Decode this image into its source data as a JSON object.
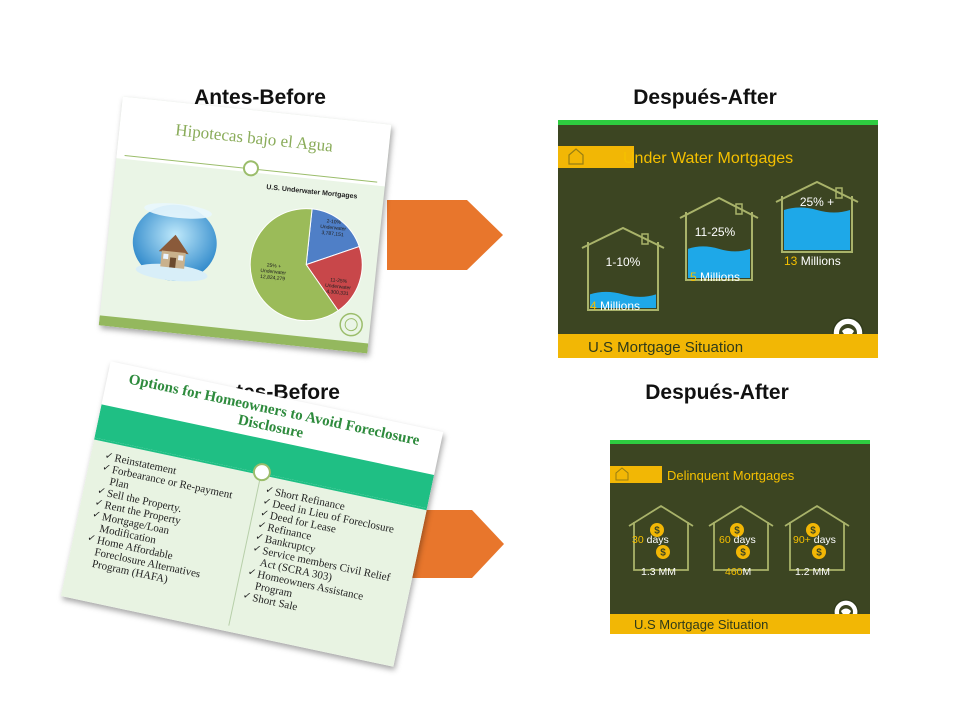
{
  "headings": {
    "before": "Antes-Before",
    "after": "Después-After"
  },
  "slide1_before": {
    "title": "Hipotecas bajo el Agua",
    "chart": {
      "title": "U.S. Underwater Mortgages",
      "slices": [
        {
          "label": "2-10%\nUnderwater",
          "value_text": "3,787,151",
          "value": 3787151,
          "color": "#4f7fc7"
        },
        {
          "label": "11-25%\nUnderwater",
          "value_text": "4,300,331",
          "value": 4300331,
          "color": "#c8474a"
        },
        {
          "label": "25% +\nUnderwater",
          "value_text": "12,824,279",
          "value": 12824279,
          "color": "#9bbb59"
        }
      ]
    }
  },
  "slide1_after": {
    "title": "Under Water Mortgages",
    "footer": "U.S Mortgage Situation",
    "houses": [
      {
        "range": "1-10%",
        "count": "4",
        "unit": " Millions",
        "fill": 0.3
      },
      {
        "range": "11-25%",
        "count": "5",
        "unit": " Millions",
        "fill": 0.55
      },
      {
        "range": "25% +",
        "count": "13",
        "unit": " Millions",
        "fill": 0.9
      }
    ],
    "colors": {
      "background": "#3c4522",
      "accent": "#f2b705",
      "water": "#1ea8e8",
      "topbar": "#2ecc40"
    }
  },
  "slide2_before": {
    "title": "Options for Homeowners to Avoid Foreclosure Disclosure",
    "left_items": [
      {
        "text": "Reinstatement",
        "check": true
      },
      {
        "text": "Forbearance or Re-payment",
        "check": true
      },
      {
        "text": "Plan",
        "check": false
      },
      {
        "text": "Sell the Property.",
        "check": true
      },
      {
        "text": "Rent the Property",
        "check": true
      },
      {
        "text": "Mortgage/Loan",
        "check": true
      },
      {
        "text": "Modification",
        "check": false
      },
      {
        "text": "Home Affordable",
        "check": true
      },
      {
        "text": "Foreclosure Alternatives",
        "check": false
      },
      {
        "text": "Program (HAFA)",
        "check": false
      }
    ],
    "right_items": [
      {
        "text": "Short Refinance",
        "check": true
      },
      {
        "text": "Deed in Lieu of Foreclosure",
        "check": true
      },
      {
        "text": "Deed for Lease",
        "check": true
      },
      {
        "text": "Refinance",
        "check": true
      },
      {
        "text": "Bankruptcy",
        "check": true
      },
      {
        "text": "Service members Civil Relief",
        "check": true
      },
      {
        "text": "Act (SCRA 303)",
        "check": false
      },
      {
        "text": "Homeowners Assistance",
        "check": true
      },
      {
        "text": "Program",
        "check": false
      },
      {
        "text": "Short Sale",
        "check": true
      }
    ]
  },
  "slide2_after": {
    "title": "Delinquent Mortgages",
    "footer": "U.S Mortgage Situation",
    "houses": [
      {
        "days_num": "30",
        "days_unit": " days",
        "mm_num": "1.3",
        "mm_unit": " MM",
        "mm_num_highlight": false
      },
      {
        "days_num": "60",
        "days_unit": " days",
        "mm_num": "460",
        "mm_unit": "M",
        "mm_num_highlight": true
      },
      {
        "days_num": "90+",
        "days_unit": " days",
        "mm_num": "1.2",
        "mm_unit": " MM",
        "mm_num_highlight": false
      }
    ]
  },
  "icons": {
    "arrow": "arrow-right-icon",
    "house": "house-outline-icon",
    "dollar": "dollar-icon",
    "logo": "globe-seal-icon"
  }
}
